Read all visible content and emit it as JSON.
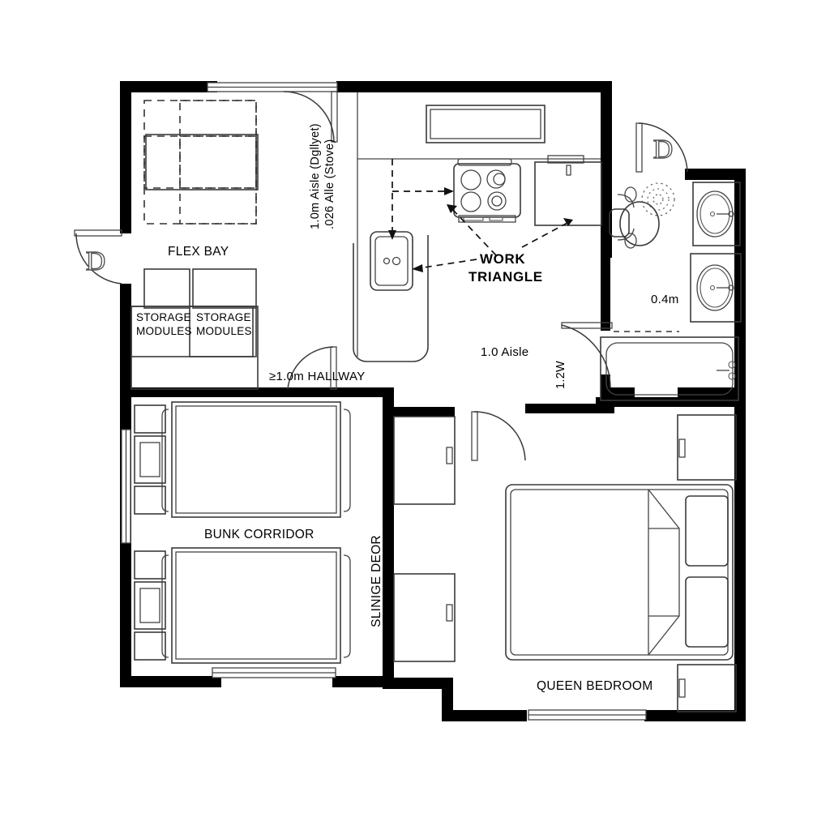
{
  "drawing": {
    "type": "architectural-floor-plan",
    "background_color": "#ffffff",
    "line_color": "#000000",
    "wall_fill": "#000000"
  },
  "rooms": [
    {
      "id": "flex-bay",
      "label": "FLEX BAY"
    },
    {
      "id": "bunk-corridor",
      "label": "BUNK CORRIDOR"
    },
    {
      "id": "queen-bedroom",
      "label": "QUEEN BEDROOM"
    }
  ],
  "labels": {
    "flex_bay": "FLEX BAY",
    "bunk_corridor": "BUNK CORRIDOR",
    "queen_bedroom": "QUEEN BEDROOM",
    "work_triangle_line1": "WORK",
    "work_triangle_line2": "TRIANGLE",
    "storage_module_1_line1": "STORAGE",
    "storage_module_1_line2": "MODULES",
    "storage_module_2_line1": "STORAGE",
    "storage_module_2_line2": "MODULES",
    "hallway_clearance": "≥1.0m HALLWAY",
    "aisle_clearance": "1.0 Aisle",
    "bath_clearance": "0.4m",
    "sliding_door": "SLINIGE DEOR",
    "vertical_aisle_top": "1.0m Aisle (Dgllyet)",
    "vertical_aisle_bottom": ".026 Alle (Stove)",
    "vertical_width_note": "1.2W",
    "door_glyph": "D"
  },
  "fixtures": {
    "kitchen": {
      "upper_cabinet": "upper-cabinet",
      "stove": "stove-4-burner",
      "sink": "kitchen-sink",
      "refrigerator": "refrigerator",
      "counter": "kitchen-counter"
    },
    "bathroom": {
      "toilet": "toilet",
      "shower_head": "shower-head",
      "vanity_sink_upper": "vanity-sink",
      "vanity_sink_lower": "vanity-sink",
      "bathtub": "bathtub"
    },
    "bunk_corridor": {
      "bed_upper": "single-bed",
      "bed_lower": "single-bed",
      "nightstand_upper": "nightstand",
      "nightstand_lower": "nightstand"
    },
    "queen_bedroom": {
      "bed": "queen-bed",
      "pillow_upper": "pillow",
      "pillow_lower": "pillow",
      "wardrobe_upper": "wardrobe",
      "wardrobe_lower": "wardrobe",
      "closet_upper": "closet",
      "closet_lower": "closet"
    },
    "flex_bay": {
      "convertible_zone": "dashed-flex-furniture-zone",
      "table": "flex-table",
      "storage_top_1": "storage-bin",
      "storage_top_2": "storage-bin"
    }
  },
  "doors": [
    {
      "id": "door-flex-bay-entry",
      "swing": "quarter-arc",
      "glyph": "D"
    },
    {
      "id": "door-flex-bay-top",
      "swing": "quarter-arc",
      "glyph": ""
    },
    {
      "id": "door-bathroom-top",
      "swing": "quarter-arc",
      "glyph": "D"
    },
    {
      "id": "door-bathroom-lower",
      "swing": "quarter-arc",
      "glyph": ""
    },
    {
      "id": "door-hallway",
      "swing": "quarter-arc",
      "glyph": ""
    },
    {
      "id": "door-queen-bedroom",
      "swing": "quarter-arc",
      "glyph": ""
    }
  ],
  "windows": [
    {
      "id": "window-flex-bay-top"
    },
    {
      "id": "window-bunk-left"
    },
    {
      "id": "window-bunk-bottom"
    },
    {
      "id": "window-queen-bottom"
    }
  ],
  "annotations": [
    {
      "id": "work-triangle-leader-sink",
      "style": "dashed-arrow"
    },
    {
      "id": "work-triangle-leader-stove",
      "style": "dashed-arrow"
    },
    {
      "id": "work-triangle-leader-fridge",
      "style": "dashed-arrow"
    },
    {
      "id": "work-triangle-leg-sink-stove",
      "style": "dashed-arrow"
    }
  ]
}
